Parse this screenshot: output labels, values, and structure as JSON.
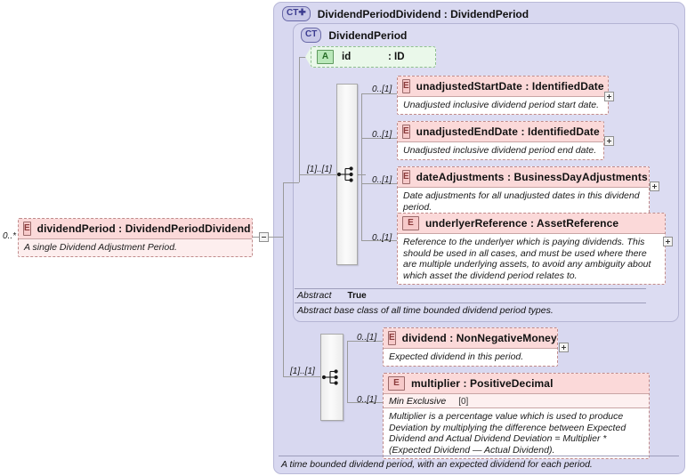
{
  "diagram": {
    "kind": "xsd-schema-diagram",
    "root_element": {
      "icon": "element-icon",
      "badge": "E",
      "name": "dividendPeriod",
      "separator": ":",
      "type": "DividendPeriodDividend",
      "title": "dividendPeriod : DividendPeriodDividend",
      "cardinality": "0..*",
      "documentation": "A single Dividend Adjustment Period.",
      "expander": "collapse"
    },
    "outer_complex_type": {
      "badge": "CT",
      "badge_suffix": "+",
      "title": "DividendPeriodDividend : DividendPeriod",
      "documentation": "A time bounded dividend period, with an expected dividend for each period."
    },
    "inner_complex_type": {
      "badge": "CT",
      "title": "DividendPeriod",
      "abstract_label": "Abstract",
      "abstract_value": "True",
      "documentation": "Abstract base class of all time bounded dividend period types."
    },
    "attribute": {
      "badge": "A",
      "name": "id",
      "separator": ":",
      "type": "ID"
    },
    "sequences": [
      {
        "name": "inner-sequence",
        "cardinality": "[1]..[1]"
      },
      {
        "name": "outer-sequence",
        "cardinality": "[1]..[1]"
      }
    ],
    "inner_elements": [
      {
        "badge": "E",
        "name": "unadjustedStartDate",
        "separator": ":",
        "type": "IdentifiedDate",
        "title": "unadjustedStartDate : IdentifiedDate",
        "cardinality": "0..[1]",
        "documentation": "Unadjusted inclusive dividend period start date.",
        "expander": "expand"
      },
      {
        "badge": "E",
        "name": "unadjustedEndDate",
        "separator": ":",
        "type": "IdentifiedDate",
        "title": "unadjustedEndDate : IdentifiedDate",
        "cardinality": "0..[1]",
        "documentation": "Unadjusted inclusive dividend period end date.",
        "expander": "expand"
      },
      {
        "badge": "E",
        "name": "dateAdjustments",
        "separator": ":",
        "type": "BusinessDayAdjustments",
        "title": "dateAdjustments : BusinessDayAdjustments",
        "cardinality": "0..[1]",
        "documentation": "Date adjustments for all unadjusted dates in this dividend period.",
        "expander": "expand"
      },
      {
        "badge": "E",
        "name": "underlyerReference",
        "separator": ":",
        "type": "AssetReference",
        "title": "underlyerReference : AssetReference",
        "cardinality": "0..[1]",
        "documentation": "Reference to the underlyer which is paying dividends. This should be used in all cases, and must be used where there are multiple underlying assets, to avoid any ambiguity about which asset the dividend period relates to.",
        "expander": "expand"
      }
    ],
    "outer_elements": [
      {
        "badge": "E",
        "name": "dividend",
        "separator": ":",
        "type": "NonNegativeMoney",
        "title": "dividend : NonNegativeMoney",
        "cardinality": "0..[1]",
        "documentation": "Expected dividend in this period.",
        "expander": "expand"
      },
      {
        "badge": "E",
        "name": "multiplier",
        "separator": ":",
        "type": "PositiveDecimal",
        "title": "multiplier : PositiveDecimal",
        "cardinality": "0..[1]",
        "facet_name": "Min Exclusive",
        "facet_value": "[0]",
        "documentation": "Multiplier is a percentage value which is used to produce Deviation by multiplying the difference between Expected Dividend and Actual Dividend Deviation = Multiplier * (Expected Dividend — Actual Dividend).",
        "expander": "none"
      }
    ],
    "colors": {
      "element_fill": "#fdeeee",
      "element_header": "#fbd9d9",
      "element_border": "#c08b8b",
      "container_fill": "#d8d8f0",
      "inner_container_fill": "#dcdcf2",
      "attribute_fill": "#eaf8ea",
      "attribute_border": "#8fbf8f",
      "line": "#9a9a9a"
    }
  }
}
